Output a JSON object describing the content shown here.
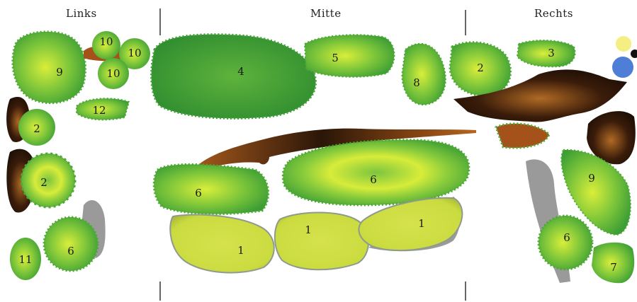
{
  "sections": [
    {
      "key": "left",
      "title": "Links"
    },
    {
      "key": "middle",
      "title": "Mitte"
    },
    {
      "key": "right",
      "title": "Rechts"
    }
  ],
  "colors": {
    "plant_light": "#d9ee3a",
    "plant_mid": "#7ec63a",
    "plant_dark": "#3d9e35",
    "lawn_yellow": "#d6e24c",
    "soil_dark": "#2a1608",
    "soil_brown": "#8a4a16",
    "stone": "#9a9a9a",
    "dot_yellow": "#f4ef82",
    "dot_blue": "#4f7ed6",
    "dot_black": "#111111"
  },
  "plant_labels": {
    "l9": "9",
    "l10a": "10",
    "l10b": "10",
    "l10c": "10",
    "l12": "12",
    "l2a": "2",
    "l2b": "2",
    "l11": "11",
    "l6": "6",
    "m4": "4",
    "m5": "5",
    "m8": "8",
    "m6a": "6",
    "m6b": "6",
    "m1a": "1",
    "m1b": "1",
    "m1c": "1",
    "r2": "2",
    "r3": "3",
    "r9": "9",
    "r6": "6",
    "r7": "7"
  }
}
